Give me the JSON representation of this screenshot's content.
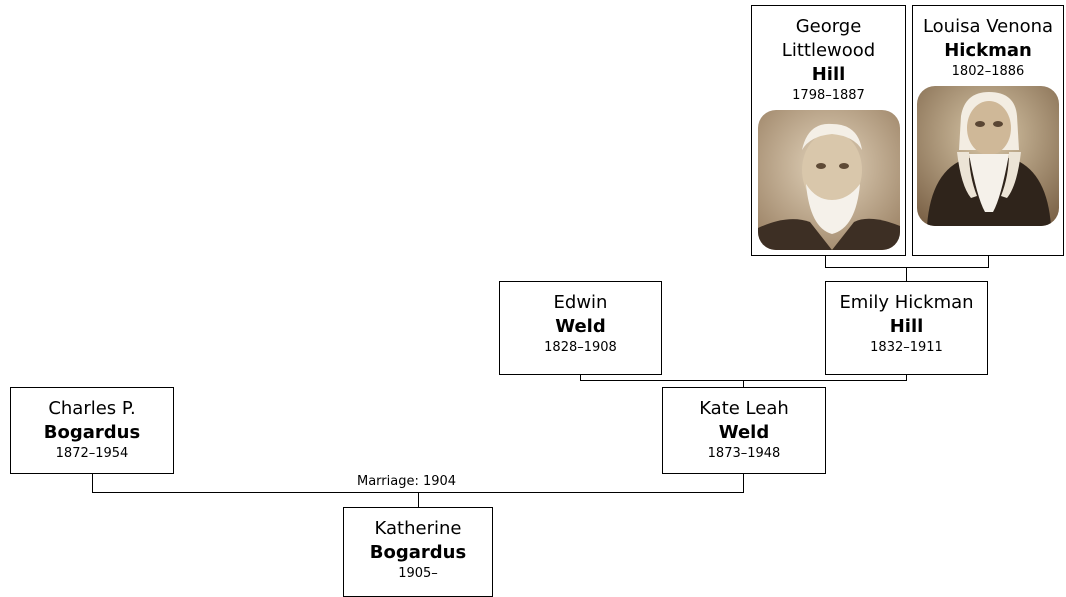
{
  "people": {
    "george": {
      "given": "George Littlewood",
      "surname": "Hill",
      "dates": "1798–1887",
      "photo": "portrait-photo"
    },
    "louisa": {
      "given": "Louisa Venona",
      "surname": "Hickman",
      "dates": "1802–1886",
      "photo": "portrait-photo"
    },
    "edwin": {
      "given": "Edwin",
      "surname": "Weld",
      "dates": "1828–1908"
    },
    "emily": {
      "given": "Emily Hickman",
      "surname": "Hill",
      "dates": "1832–1911"
    },
    "charles": {
      "given": "Charles P.",
      "surname": "Bogardus",
      "dates": "1872–1954"
    },
    "kate": {
      "given": "Kate Leah",
      "surname": "Weld",
      "dates": "1873–1948"
    },
    "katherine": {
      "given": "Katherine",
      "surname": "Bogardus",
      "dates": "1905–"
    }
  },
  "marriage_label": "Marriage: 1904",
  "colors": {
    "line": "#000000",
    "box_border": "#000000",
    "photo_sepia": "#b9a181"
  }
}
